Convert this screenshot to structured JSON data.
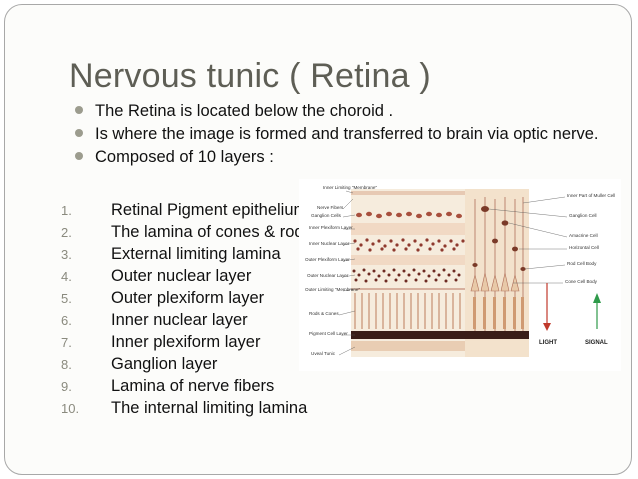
{
  "title": "Nervous tunic ( Retina )",
  "bullets": [
    "The Retina is located below the choroid .",
    "Is where the image is formed and transferred to brain via optic nerve.",
    "Composed of 10 layers :"
  ],
  "layers": [
    {
      "n": "1.",
      "text": "Retinal Pigment epithelium"
    },
    {
      "n": "2.",
      "text": "The lamina of cones & rods"
    },
    {
      "n": "3.",
      "text": "External limiting lamina"
    },
    {
      "n": "4.",
      "text": "Outer nuclear layer"
    },
    {
      "n": "5.",
      "text": "Outer plexiform layer"
    },
    {
      "n": "6.",
      "text": "Inner nuclear layer"
    },
    {
      "n": "7.",
      "text": "Inner plexiform layer"
    },
    {
      "n": "8.",
      "text": "Ganglion layer"
    },
    {
      "n": "9.",
      "text": "Lamina of nerve fibers"
    },
    {
      "n": "10.",
      "text": "The internal limiting lamina"
    }
  ],
  "figure": {
    "left_labels": [
      "Inner Limiting \"Membrane\"",
      "Nerve Fibers",
      "Ganglion Cells",
      "Inner Plexiform Layer",
      "Inner Nuclear Layer",
      "Outer Plexiform Layer",
      "Outer Nuclear Layer",
      "Outer Limiting \"Membrane\"",
      "Rods & Cones",
      "Pigment Cell Layer",
      "Uveal Tunic"
    ],
    "right_labels": [
      "Inner Part of Muller Cell",
      "Ganglion Cell",
      "Amacrine Cell",
      "Horizontal Cell",
      "Rod Cell Body",
      "Cone Cell Body"
    ],
    "light": "LIGHT",
    "signal": "SIGNAL"
  },
  "colors": {
    "title": "#5e5e55",
    "bullet_mark": "#9c9c8e",
    "signal_arrow": "#2e9a4a",
    "light_arrow": "#c0392b"
  }
}
